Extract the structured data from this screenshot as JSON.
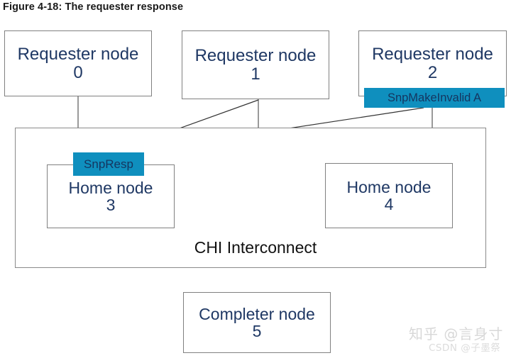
{
  "figure": {
    "title": "Figure 4-18: The requester response"
  },
  "colors": {
    "tag_fill": "#0f8fbe",
    "node_text": "#1f3864",
    "node_border": "#808080",
    "interconnect_label": "#111111",
    "watermark": "#d8d8d8"
  },
  "nodes": [
    {
      "id": "requester-node-0",
      "title": "Requester node",
      "number": "0"
    },
    {
      "id": "requester-node-1",
      "title": "Requester node",
      "number": "1"
    },
    {
      "id": "requester-node-2",
      "title": "Requester node",
      "number": "2"
    },
    {
      "id": "home-node-3",
      "title": "Home node",
      "number": "3"
    },
    {
      "id": "home-node-4",
      "title": "Home node",
      "number": "4"
    },
    {
      "id": "completer-node-5",
      "title": "Completer node",
      "number": "5"
    }
  ],
  "interconnect": {
    "label": "CHI Interconnect"
  },
  "message_tags": [
    {
      "id": "snp-make-invalid-a",
      "label": "SnpMakeInvalid A",
      "attached_to": "requester-node-2"
    },
    {
      "id": "snp-resp",
      "label": "SnpResp",
      "attached_to": "home-node-3"
    }
  ],
  "connections": [
    {
      "from": "requester-node-0",
      "to": "chi-interconnect",
      "style": "line"
    },
    {
      "from": "requester-node-1",
      "to": "chi-interconnect",
      "style": "line"
    },
    {
      "from": "requester-node-2",
      "to": "chi-interconnect",
      "style": "line"
    },
    {
      "from": "requester-node-1",
      "to": "snp-resp",
      "style": "arrow"
    },
    {
      "from": "snp-make-invalid-a",
      "to": "snp-resp",
      "style": "arrow"
    }
  ],
  "watermarks": {
    "zhihu": "知乎 @言身寸",
    "csdn": "CSDN @子墨祭"
  }
}
